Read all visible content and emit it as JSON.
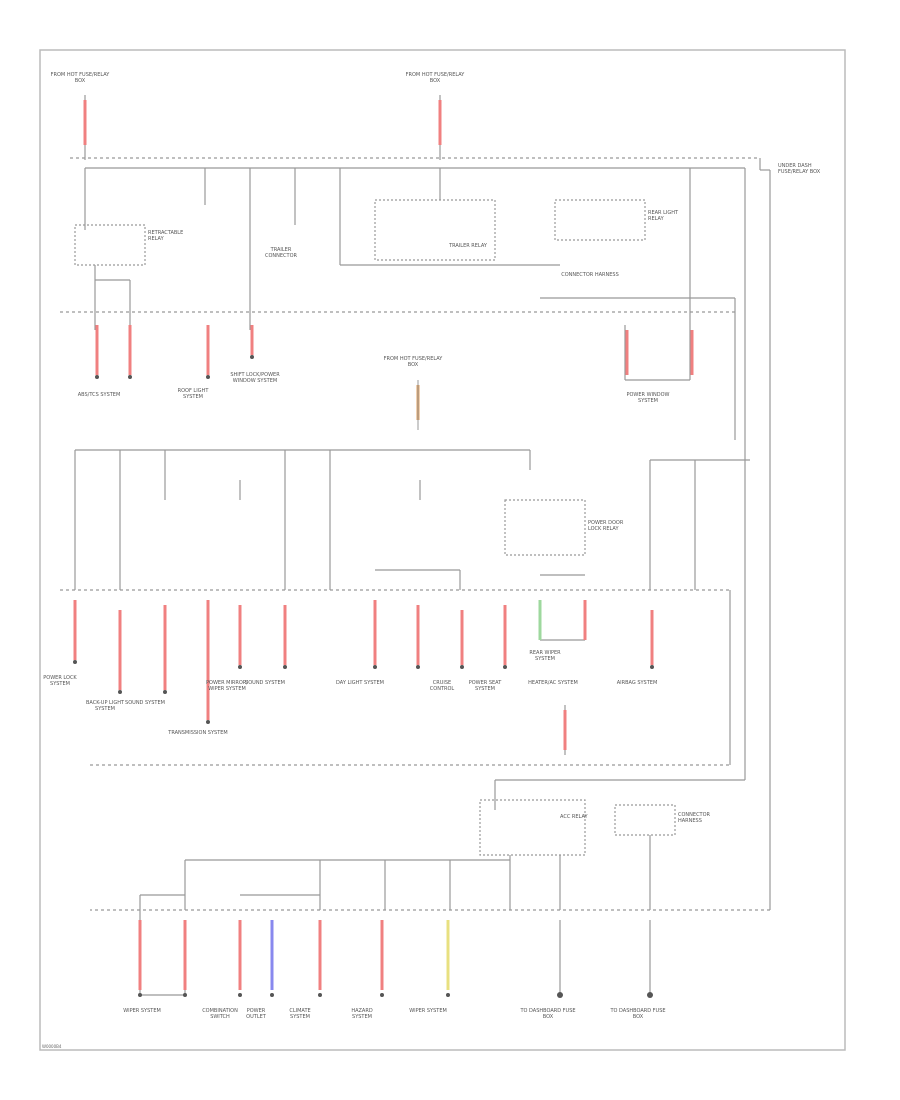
{
  "diagram_code": "W0000B4",
  "sources": {
    "battery_left": "FROM HOT FUSE/RELAY BOX",
    "battery_center": "FROM HOT FUSE/RELAY BOX",
    "battery_middle": "FROM HOT FUSE/RELAY BOX"
  },
  "right_bus_label": "UNDER DASH FUSE/RELAY BOX",
  "relays": {
    "r1": "RETRACTABLE RELAY",
    "r2": "TRAILER CONNECTOR",
    "r3": "TRAILER RELAY",
    "r4": "REAR LIGHT RELAY",
    "r5": "CONNECTOR HARNESS",
    "r6": "POWER DOOR LOCK RELAY",
    "r7": "ACC RELAY",
    "r8": "CONNECTOR HARNESS"
  },
  "top_outputs": {
    "o1": "ABS/TCS SYSTEM",
    "o2": "ROOF LIGHT SYSTEM",
    "o3": "SHIFT LOCK/POWER WINDOW SYSTEM",
    "o4": "POWER WINDOW SYSTEM"
  },
  "middle_outputs": {
    "m1": "POWER LOCK SYSTEM",
    "m2": "BACK-UP LIGHT SYSTEM",
    "m3": "SOUND SYSTEM",
    "m4": "TRANSMISSION SYSTEM",
    "m5": "POWER MIRROR/ WIPER SYSTEM",
    "m6": "SOUND SYSTEM",
    "m7": "DAY LIGHT SYSTEM",
    "m8": "CRUISE CONTROL",
    "m9": "POWER SEAT SYSTEM",
    "m10": "HEATER/AC SYSTEM",
    "m11": "REAR WIPER SYSTEM",
    "m12": "AIRBAG SYSTEM"
  },
  "bottom_outputs": {
    "b1": "WIPER SYSTEM",
    "b2": "COMBINATION SWITCH",
    "b3": "POWER OUTLET",
    "b4": "CLIMATE SYSTEM",
    "b5": "HAZARD SYSTEM",
    "b6": "WIPER SYSTEM",
    "b7": "TO DASHBOARD FUSE BOX",
    "b8": "TO DASHBOARD FUSE BOX"
  }
}
